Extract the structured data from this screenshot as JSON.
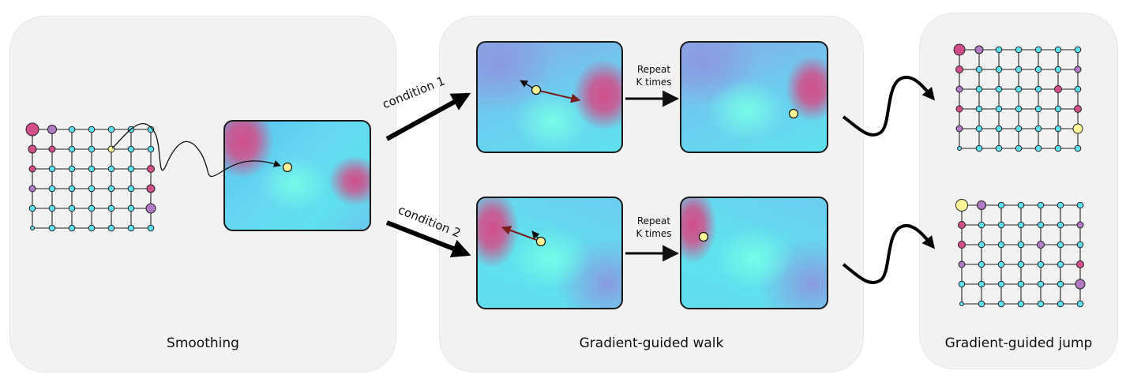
{
  "panels": {
    "smoothing": {
      "title": "Smoothing"
    },
    "walk": {
      "title": "Gradient-guided walk"
    },
    "jump": {
      "title": "Gradient-guided jump"
    }
  },
  "conditions": {
    "c1": "condition 1",
    "c2": "condition 2"
  },
  "repeat": {
    "line1": "Repeat",
    "line2": "K times"
  },
  "colors": {
    "panel_bg": "#f2f2f2",
    "cyan": "#5fe0ee",
    "blue": "#8fa0e0",
    "magenta": "#d24f8a",
    "purple": "#b07ac4",
    "yellow_point": "#fbf59a",
    "gradient_arrow": "#7a1e1e"
  },
  "icons": [
    "grid-graph-icon",
    "heatmap-icon",
    "squiggle-arrow-icon",
    "straight-arrow-icon"
  ]
}
